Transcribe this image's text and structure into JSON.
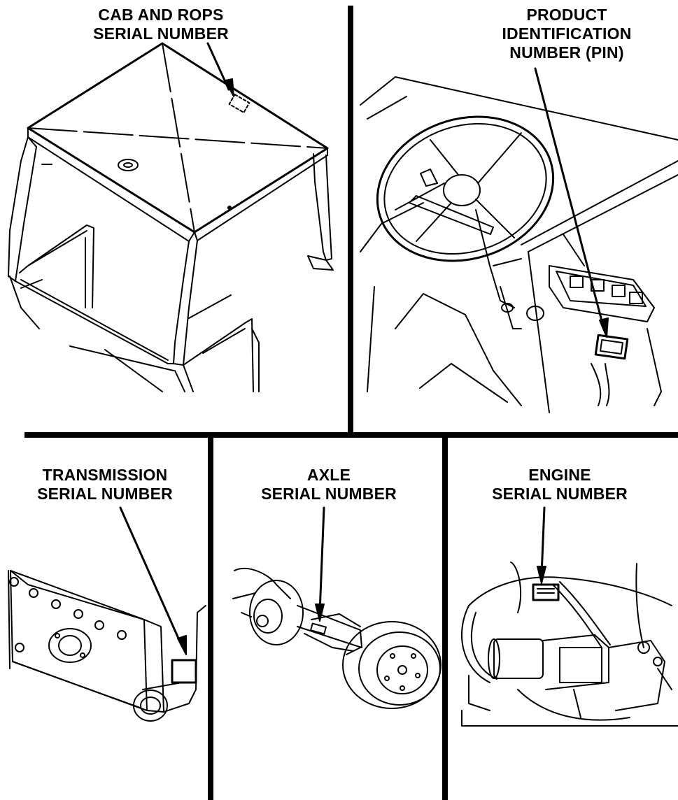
{
  "panels": {
    "cab": {
      "label": [
        "CAB AND ROPS",
        "SERIAL NUMBER"
      ]
    },
    "pin": {
      "label": [
        "PRODUCT",
        "IDENTIFICATION",
        "NUMBER (PIN)"
      ]
    },
    "transmission": {
      "label": [
        "TRANSMISSION",
        "SERIAL NUMBER"
      ]
    },
    "axle": {
      "label": [
        "AXLE",
        "SERIAL NUMBER"
      ]
    },
    "engine": {
      "label": [
        "ENGINE",
        "SERIAL NUMBER"
      ]
    }
  },
  "style": {
    "line_color": "#000000",
    "background": "#ffffff"
  }
}
